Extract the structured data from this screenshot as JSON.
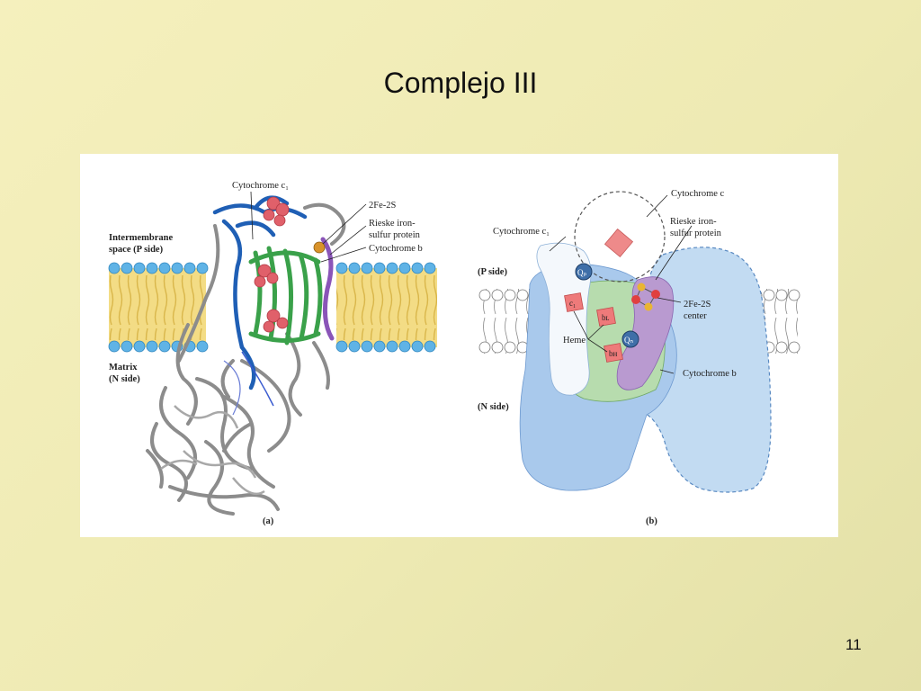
{
  "slide": {
    "title": "Complejo III",
    "page_number": "11"
  },
  "panel_a": {
    "caption": "(a)",
    "labels": {
      "cytochrome_c1": "Cytochrome c₁",
      "fe2s": "2Fe-2S",
      "rieske_1": "Rieske iron-",
      "rieske_2": "sulfur protein",
      "cytochrome_b": "Cytochrome b",
      "intermembrane_1": "Intermembrane",
      "intermembrane_2": "space (P side)",
      "matrix_1": "Matrix",
      "matrix_2": "(N side)"
    }
  },
  "panel_b": {
    "caption": "(b)",
    "labels": {
      "cytochrome_c": "Cytochrome c",
      "cytochrome_c1": "Cytochrome c₁",
      "rieske_1": "Rieske iron-",
      "rieske_2": "sulfur protein",
      "p_side": "(P side)",
      "qp": "Qₚ",
      "c1": "c₁",
      "bl": "bʟ",
      "heme": "Heme",
      "qn": "Qₙ",
      "bh": "bʜ",
      "fe2s_1": "2Fe-2S",
      "fe2s_2": "center",
      "cytochrome_b": "Cytochrome b",
      "n_side": "(N side)"
    }
  },
  "colors": {
    "background": "#f2eeb8",
    "membrane_head": "#5fb3e6",
    "membrane_tail": "#e6c75c",
    "cyt_c1_blue": "#1f5fb5",
    "cyt_b_green": "#3aa14a",
    "rieske_purple": "#8a55b8",
    "heme_red": "#e0606a",
    "blob_blue": "#a9c9ec",
    "blob_green": "#b7dcae",
    "blob_purple": "#b99ad0",
    "protein_gray": "#8c8c8c"
  }
}
